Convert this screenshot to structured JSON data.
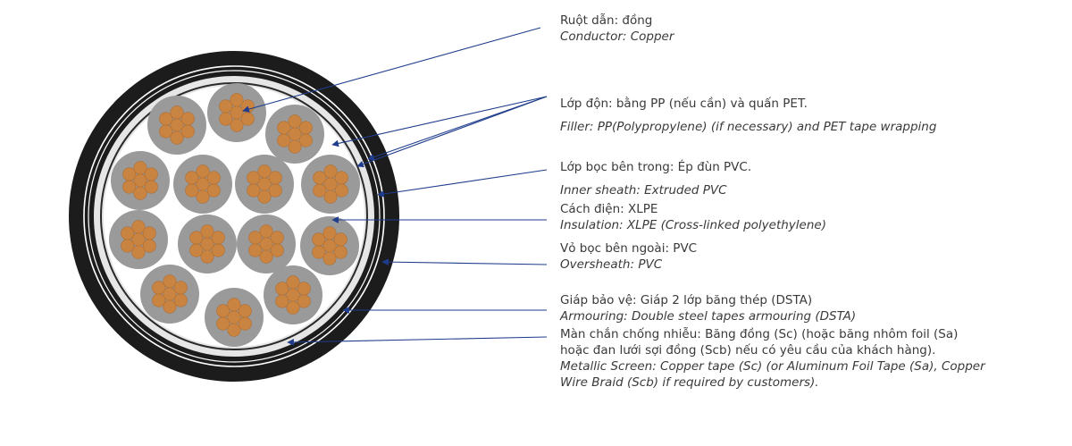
{
  "colors": {
    "copper": "#c98442",
    "copper_stroke": "#b06e30",
    "insulation": "#9a9a9a",
    "filler": "#ffffff",
    "inner_sheath": "#e8e8e8",
    "armour": "#1c1c1c",
    "leader": "#1f3d8c",
    "text": "#3a3a3a"
  },
  "labels": {
    "conductor": {
      "vi": "Ruột dẫn: đồng",
      "en": "Conductor: Copper"
    },
    "filler": {
      "vi": "Lớp độn: bằng PP (nếu cần) và quấn PET.",
      "en": "Filler: PP(Polypropylene) (if necessary) and PET tape wrapping"
    },
    "inner_sheath": {
      "vi": "Lớp bọc bên trong: Ép đùn PVC.",
      "en": "Inner sheath: Extruded PVC"
    },
    "insulation": {
      "vi": "Cách điện: XLPE",
      "en": "Insulation: XLPE (Cross-linked polyethylene)"
    },
    "oversheath": {
      "vi": "Vỏ bọc bên ngoài: PVC",
      "en": "Oversheath: PVC"
    },
    "armouring": {
      "vi": "Giáp bảo vệ: Giáp 2 lớp băng thép (DSTA)",
      "en": "Armouring: Double steel tapes armouring (DSTA)"
    },
    "screen": {
      "vi1": "Màn chắn chống nhiễu: Băng đồng (Sc) (hoặc băng nhôm foil (Sa)",
      "vi2": "hoặc đan lưới sợi đồng (Scb) nếu có yêu cầu của khách hàng).",
      "en1": "Metallic Screen: Copper tape (Sc) (or Aluminum Foil Tape (Sa), Copper",
      "en2": "Wire Braid (Scb) if required by customers)."
    }
  }
}
